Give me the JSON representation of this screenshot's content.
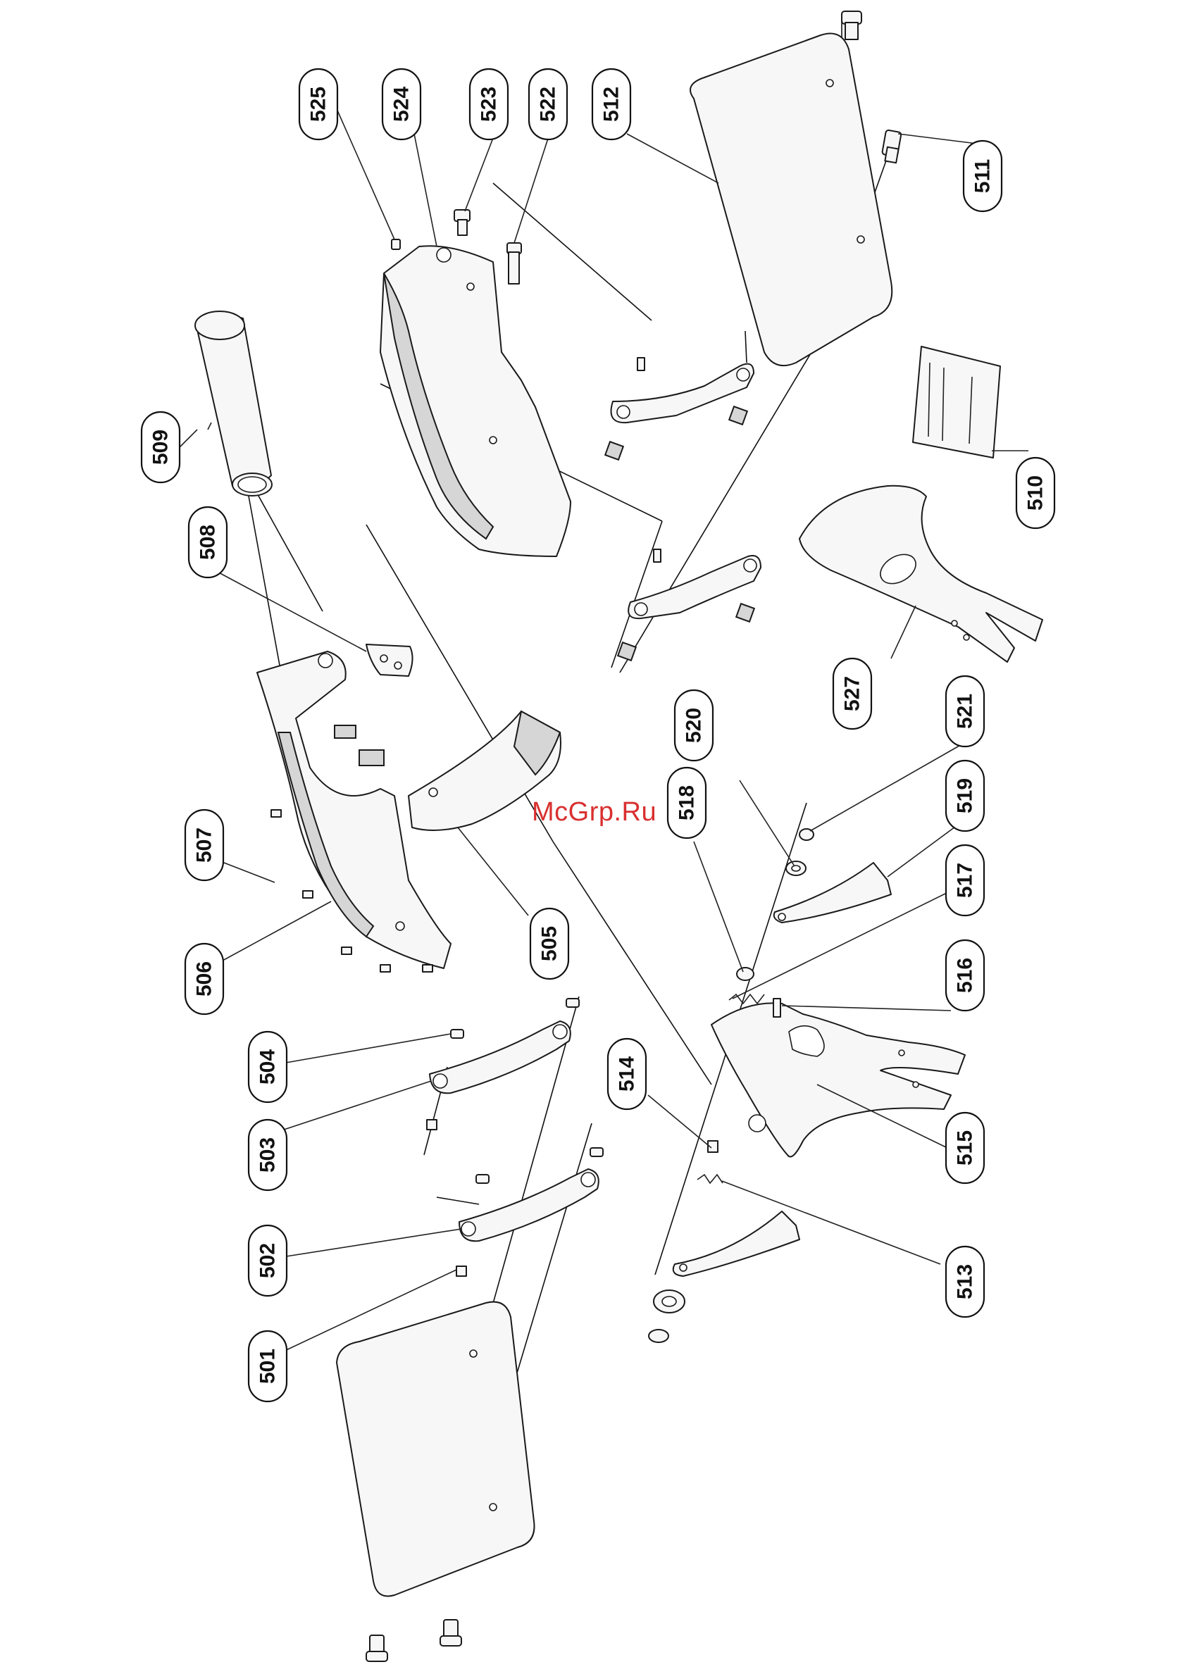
{
  "watermark": "McGrp.Ru",
  "part_labels": [
    "501",
    "502",
    "503",
    "504",
    "505",
    "506",
    "507",
    "508",
    "509",
    "510",
    "511",
    "512",
    "513",
    "514",
    "515",
    "516",
    "517",
    "518",
    "519",
    "520",
    "521",
    "522",
    "523",
    "524",
    "525",
    "527"
  ]
}
